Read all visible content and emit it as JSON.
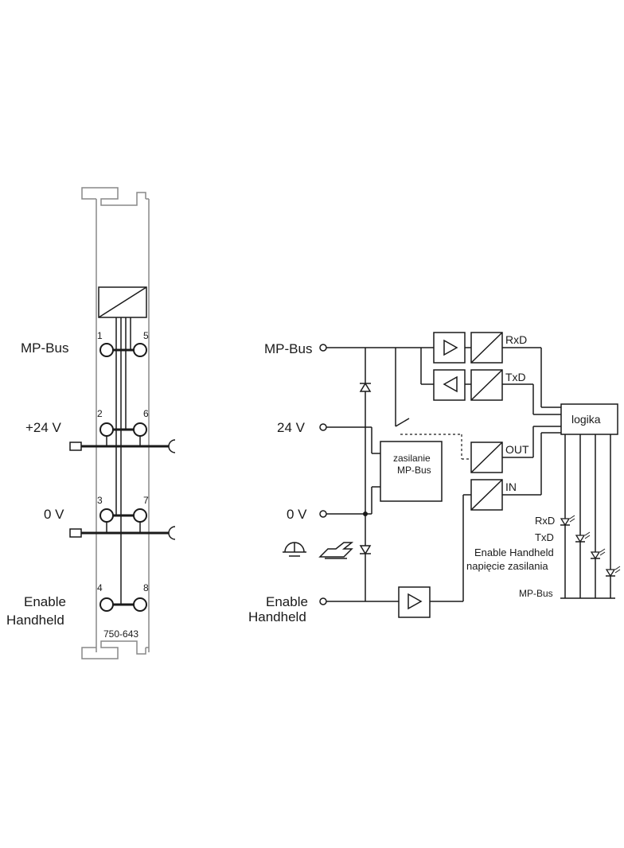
{
  "module": {
    "part_number": "750-643",
    "terminal_numbers": [
      "1",
      "5",
      "2",
      "6",
      "3",
      "7",
      "4",
      "8"
    ],
    "labels": {
      "mp_bus": "MP-Bus",
      "plus24": "+24 V",
      "zero": "0 V",
      "enable_line1": "Enable",
      "enable_line2": "Handheld"
    }
  },
  "schematic": {
    "inputs": {
      "mp_bus": "MP-Bus",
      "v24": "24 V",
      "zero": "0 V",
      "enable_line1": "Enable",
      "enable_line2": "Handheld"
    },
    "signals": {
      "rxd": "RxD",
      "txd": "TxD",
      "out": "OUT",
      "in": "IN"
    },
    "logic_label": "logika",
    "power_supply_line1": "zasilanie",
    "power_supply_line2": "MP-Bus",
    "led_legend": [
      "RxD",
      "TxD",
      "Enable Handheld",
      "napięcie zasilania",
      "MP-Bus"
    ]
  }
}
